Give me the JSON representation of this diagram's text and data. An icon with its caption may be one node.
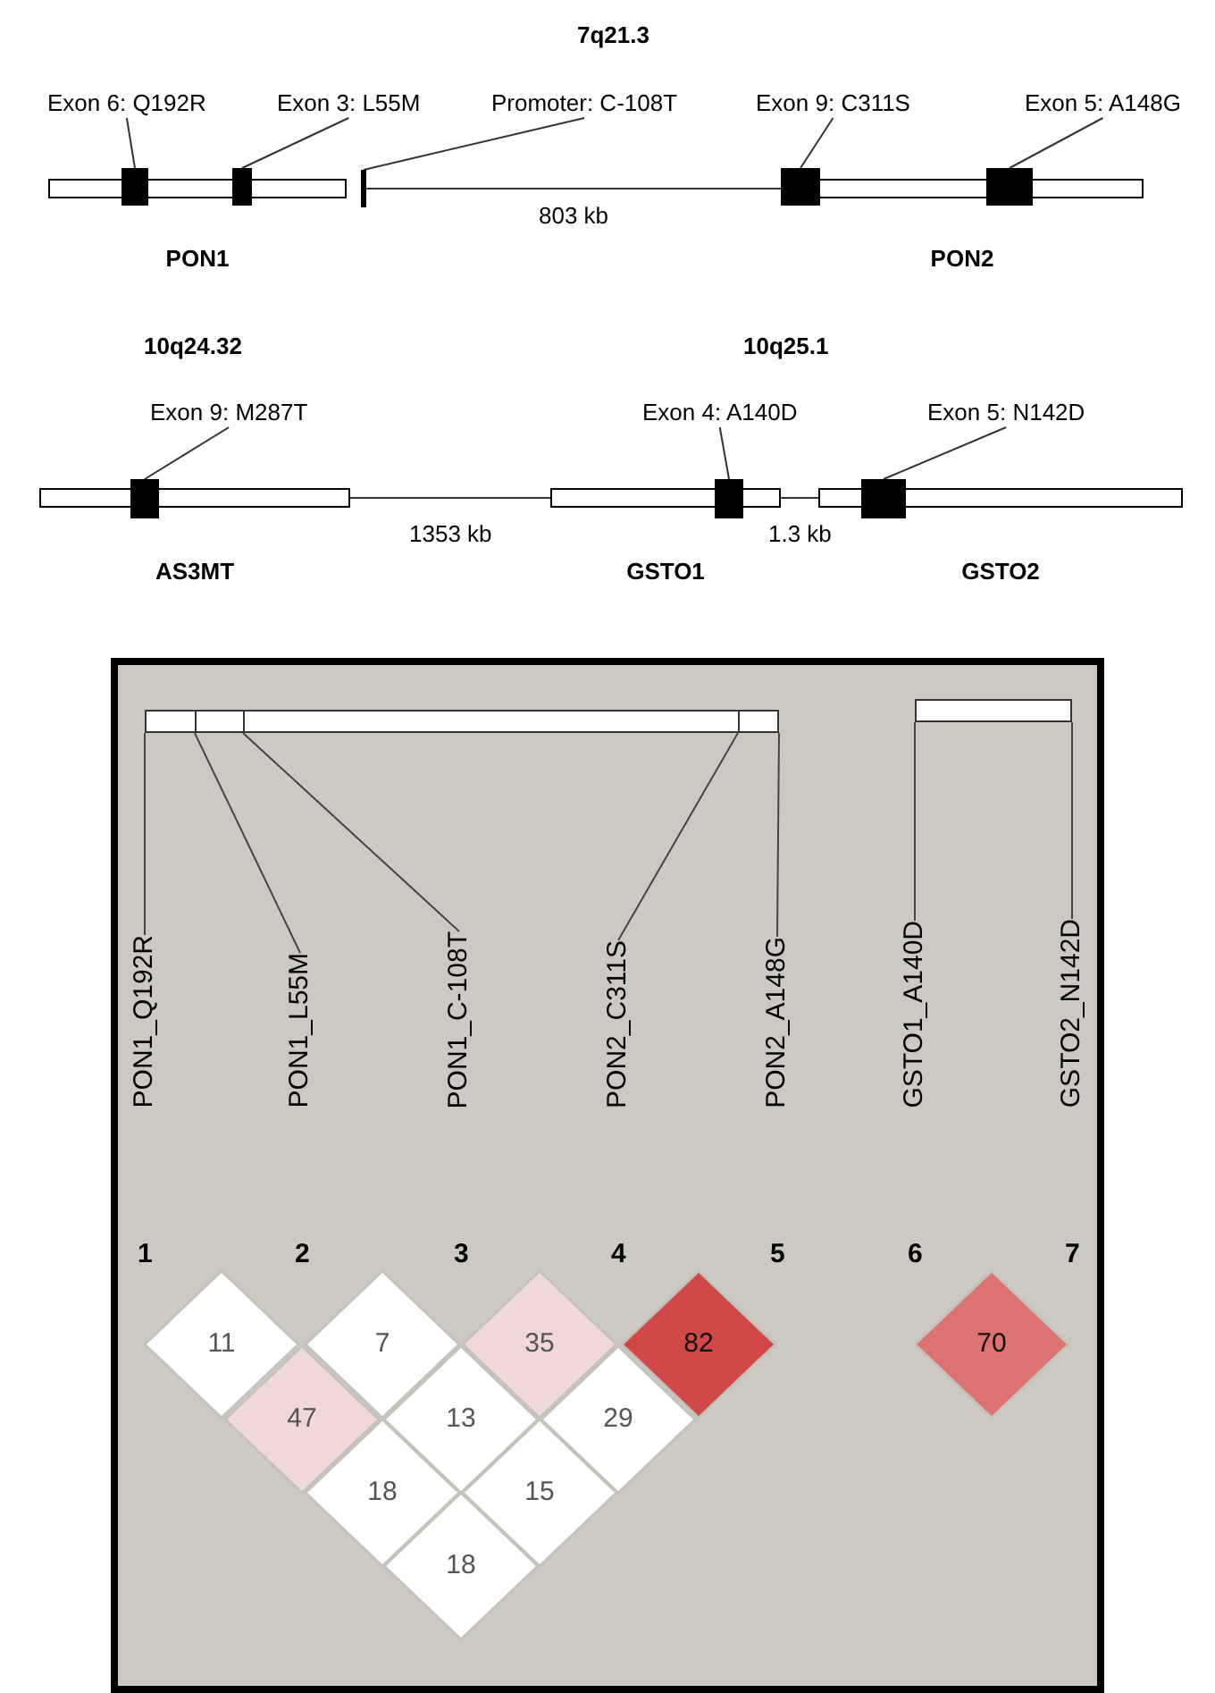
{
  "diagram": {
    "nodes": [
      {
        "text": [
          "Exon 6: Q192R"
        ]
      },
      {
        "text": [
          "Exon 3: L55M"
        ]
      },
      {
        "text": [
          "Promoter: C-108T"
        ]
      },
      {
        "text": [
          "Exon 9: C311S"
        ]
      },
      {
        "text": [
          "Exon 5: A148G"
        ]
      },
      {
        "text": [
          "PON1"
        ]
      },
      {
        "text": [],
        "shape": "box",
        "in": 5
      },
      {
        "text": [],
        "shape": "box",
        "in": 5
      },
      {
        "text": [],
        "shape": "bar"
      },
      {
        "text": [
          "PON2"
        ]
      },
      {
        "text": [],
        "shape": "box",
        "in": 9
      },
      {
        "text": [],
        "shape": "box",
        "in": 9
      },
      {
        "text": [
          "Exon 9: M287T"
        ]
      },
      {
        "text": [
          "Exon 4: A140D"
        ]
      },
      {
        "text": [
          "Exon 5: N142D"
        ]
      },
      {
        "text": [
          "AS3MT"
        ]
      },
      {
        "text": [],
        "shape": "box",
        "in": 15
      },
      {
        "text": [
          "GSTO1"
        ]
      },
      {
        "text": [],
        "shape": "box",
        "in": 17
      },
      {
        "text": [
          "GSTO2"
        ]
      },
      {
        "text": [],
        "shape": "box",
        "in": 19
      },
      {
        "text": [],
        "shape": "bar"
      },
      {
        "text": [],
        "shape": "bar"
      },
      {
        "text": [
          "PON1_Q192R"
        ]
      },
      {
        "text": [
          "PON1_L55M"
        ]
      },
      {
        "text": [
          "PON1_C-108T"
        ]
      },
      {
        "text": [
          "PON2_C311S"
        ]
      },
      {
        "text": [
          "PON2_A148G"
        ]
      },
      {
        "text": [
          "GSTO1_A140D"
        ]
      },
      {
        "text": [
          "GSTO2_N142D"
        ]
      },
      {
        "text": [
          "11"
        ]
      },
      {
        "text": [
          "7"
        ]
      },
      {
        "text": [
          "35"
        ]
      },
      {
        "text": [
          "82"
        ]
      },
      {
        "text": [
          "70"
        ]
      },
      {
        "text": [
          "47"
        ]
      },
      {
        "text": [
          "13"
        ]
      },
      {
        "text": [
          "29"
        ]
      },
      {
        "text": [
          "18"
        ]
      },
      {
        "text": [
          "15"
        ]
      },
      {
        "text": [
          "18"
        ]
      }
    ],
    "edges": [
      {
        "from": 0,
        "to": 6,
        "arrow": "none"
      },
      {
        "from": 1,
        "to": 7,
        "arrow": "none"
      },
      {
        "from": 2,
        "to": 8,
        "arrow": "none"
      },
      {
        "from": 3,
        "to": 10,
        "arrow": "none"
      },
      {
        "from": 4,
        "to": 11,
        "arrow": "none"
      },
      {
        "from": 8,
        "to": 9,
        "arrow": "none",
        "label": "803 kb"
      },
      {
        "from": 12,
        "to": 16,
        "arrow": "none"
      },
      {
        "from": 13,
        "to": 18,
        "arrow": "none"
      },
      {
        "from": 14,
        "to": 20,
        "arrow": "none"
      },
      {
        "from": 15,
        "to": 17,
        "arrow": "none",
        "label": "1353 kb"
      },
      {
        "from": 17,
        "to": 19,
        "arrow": "none",
        "label": "1.3 kb"
      },
      {
        "from": 23,
        "to": 21,
        "arrow": "none"
      },
      {
        "from": 24,
        "to": 21,
        "arrow": "none"
      },
      {
        "from": 25,
        "to": 21,
        "arrow": "none"
      },
      {
        "from": 26,
        "to": 21,
        "arrow": "none"
      },
      {
        "from": 27,
        "to": 21,
        "arrow": "none"
      },
      {
        "from": 28,
        "to": 22,
        "arrow": "none"
      },
      {
        "from": 29,
        "to": 22,
        "arrow": "none"
      }
    ],
    "labels": [
      "7q21.3",
      "10q24.32",
      "10q25.1",
      "1",
      "2",
      "3",
      "4",
      "5",
      "6",
      "7"
    ]
  }
}
